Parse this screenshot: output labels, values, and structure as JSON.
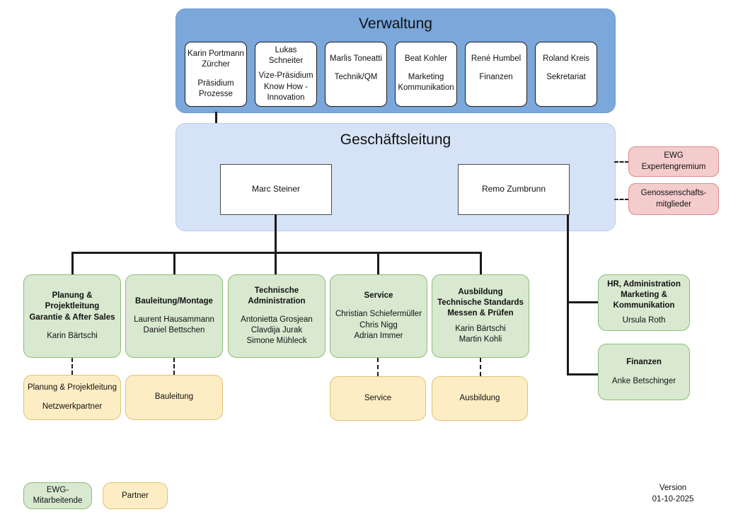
{
  "diagram": {
    "title_verwaltung": "Verwaltung",
    "title_geschaeftsleitung": "Geschäftsleitung"
  },
  "verwaltung": {
    "label": "Verwaltung",
    "members": [
      {
        "name": "Karin Portmann\nZürcher",
        "role": "Präsidium\nProzesse"
      },
      {
        "name": "Lukas Schneiter",
        "role": "Vize-Präsidium\nKnow How -\nInnovation"
      },
      {
        "name": "Marlis Toneatti",
        "role": "Technik/QM"
      },
      {
        "name": "Beat Kohler",
        "role": "Marketing\nKommunikation"
      },
      {
        "name": "René Humbel",
        "role": "Finanzen"
      },
      {
        "name": "Roland Kreis",
        "role": "Sekretariat"
      }
    ]
  },
  "geschaeftsleitung": {
    "label": "Geschäftsleitung",
    "members": [
      {
        "name": "Marc Steiner"
      },
      {
        "name": "Remo Zumbrunn"
      }
    ]
  },
  "advisory": [
    {
      "label": "EWG Expertengremium"
    },
    {
      "label": "Genossenschafts-\nmitglieder"
    }
  ],
  "departments": [
    {
      "title": "Planung & Projektleitung\nGarantie & After Sales",
      "people": "Karin Bärtschi"
    },
    {
      "title": "Bauleitung/Montage",
      "people": "Laurent Hausammann\nDaniel Bettschen"
    },
    {
      "title": "Technische\nAdministration",
      "people": "Antonietta Grosjean\nClavdija Jurak\nSimone Mühleck"
    },
    {
      "title": "Service",
      "people": "Christian Schiefermüller\nChris Nigg\nAdrian Immer"
    },
    {
      "title": "Ausbildung\nTechnische Standards\nMessen & Prüfen",
      "people": "Karin Bärtschi\nMartin Kohli"
    }
  ],
  "support_units": [
    {
      "title": "HR, Administration\nMarketing &\nKommunikation",
      "people": "Ursula Roth"
    },
    {
      "title": "Finanzen",
      "people": "Anke Betschinger"
    }
  ],
  "partners": [
    {
      "line1": "Planung & Projektleitung",
      "line2": "Netzwerkpartner"
    },
    {
      "line1": "Bauleitung",
      "line2": ""
    },
    {
      "line1": "Service",
      "line2": ""
    },
    {
      "line1": "Ausbildung",
      "line2": ""
    }
  ],
  "legend": [
    {
      "label": "EWG-\nMitarbeitende",
      "type": "green"
    },
    {
      "label": "Partner",
      "type": "yellow"
    }
  ],
  "footer": {
    "version_label": "Version",
    "version_date": "01-10-2025"
  },
  "colors": {
    "header_blue": "#7ba7db",
    "panel_blue": "#d6e3f7",
    "green": "#d8e9d0",
    "yellow": "#fdedc4",
    "red": "#f4cccc",
    "line": "#1a1a1a"
  }
}
